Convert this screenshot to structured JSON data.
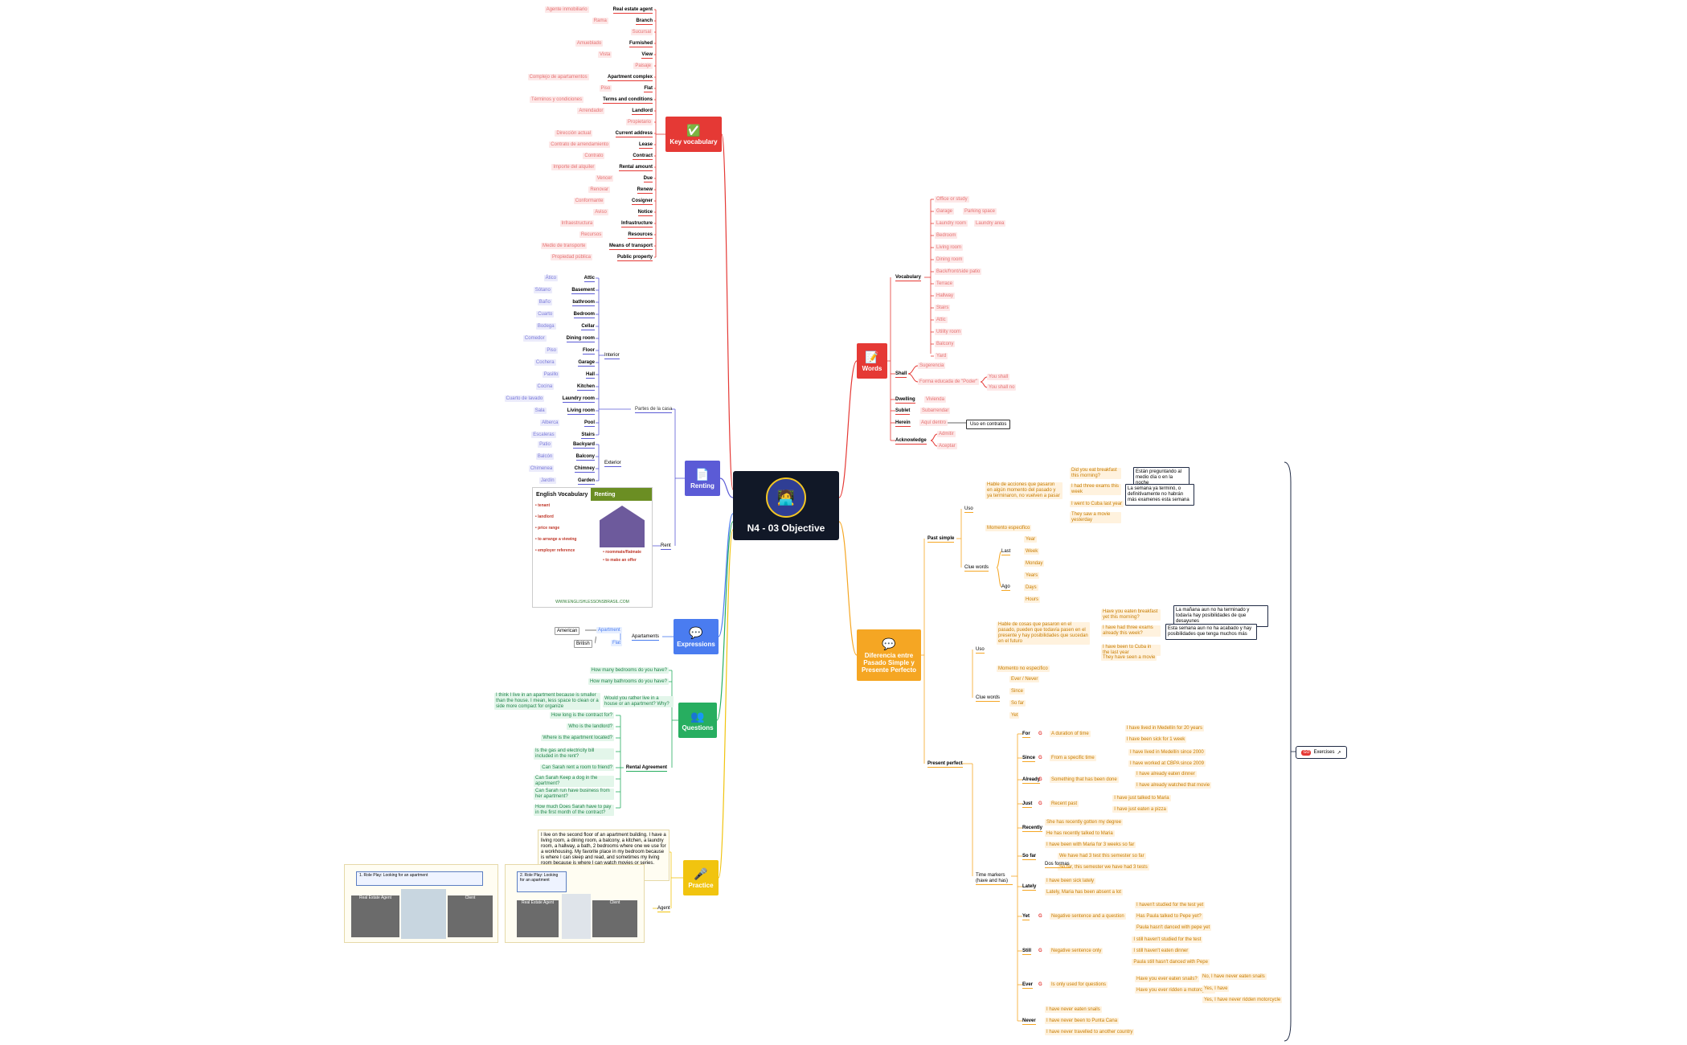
{
  "central": {
    "title": "N4 - 03 Objective"
  },
  "colors": {
    "red": "#e53935",
    "purple": "#5b5bd6",
    "blue": "#4a7cf0",
    "green": "#27ae60",
    "yellow": "#f1c40f",
    "orange": "#f5a623",
    "words": "#e53935",
    "diff": "#f5a623"
  },
  "hubs": {
    "key_vocabulary": "Key vocabulary",
    "renting": "Renting",
    "expressions": "Expressions",
    "questions": "Questions",
    "practice": "Practice",
    "words": "Words",
    "diferencia": "Diferencia entre Pasado Simple y Presente Perfecto"
  },
  "key_vocab": [
    [
      "Agente inmobiliario",
      "Real estate agent"
    ],
    [
      "Rama",
      "Branch"
    ],
    [
      "Sucursal",
      ""
    ],
    [
      "Amueblado",
      "Furnished"
    ],
    [
      "Vista",
      "View"
    ],
    [
      "Paisaje",
      ""
    ],
    [
      "Complejo de apartamentos",
      "Apartment complex"
    ],
    [
      "Piso",
      "Flat"
    ],
    [
      "Términos y condiciones",
      "Terms and conditions"
    ],
    [
      "Arrendador",
      "Landlord"
    ],
    [
      "Propietario",
      ""
    ],
    [
      "Dirección actual",
      "Current address"
    ],
    [
      "Contrato de arrendamiento",
      "Lease"
    ],
    [
      "Contrato",
      "Contract"
    ],
    [
      "Importe del alquiler",
      "Rental amount"
    ],
    [
      "Vencer",
      "Due"
    ],
    [
      "Renovar",
      "Renew"
    ],
    [
      "Conformante",
      "Cosigner"
    ],
    [
      "Aviso",
      "Notice"
    ],
    [
      "Infraestructura",
      "Infrastructure"
    ],
    [
      "Recursos",
      "Resources"
    ],
    [
      "Medio de transporte",
      "Means of transport"
    ],
    [
      "Propiedad pública",
      "Public property"
    ]
  ],
  "renting": {
    "partes": "Partes de la casa",
    "interior": "Interior",
    "exterior": "Exterior",
    "rent": "Rent",
    "interior_items": [
      [
        "Ático",
        "Attic"
      ],
      [
        "Sótano",
        "Basement"
      ],
      [
        "Baño",
        "bathroom"
      ],
      [
        "Cuarto",
        "Bedroom"
      ],
      [
        "Bodega",
        "Cellar"
      ],
      [
        "Comedor",
        "Dining room"
      ],
      [
        "Piso",
        "Floor"
      ],
      [
        "Cochera",
        "Garage"
      ],
      [
        "Pasillo",
        "Hall"
      ],
      [
        "Cocina",
        "Kitchen"
      ],
      [
        "Cuarto de lavado",
        "Laundry room"
      ],
      [
        "Sala",
        "Living room"
      ],
      [
        "Alberca",
        "Pool"
      ],
      [
        "Escaleras",
        "Stairs"
      ]
    ],
    "exterior_items": [
      [
        "Patio",
        "Backyard"
      ],
      [
        "Balcón",
        "Balcony"
      ],
      [
        "Chimenea",
        "Chimney"
      ],
      [
        "Jardín",
        "Garden"
      ]
    ],
    "card": {
      "title_a": "English Vocabulary",
      "title_b": "Renting",
      "terms": [
        "tenant",
        "landlord",
        "price range",
        "to arrange a viewing",
        "employer reference",
        "roommate/flatmate",
        "to make an offer"
      ],
      "footer": "WWW.ENGLISHLESSONSBRASIL.COM"
    }
  },
  "expressions": {
    "apartment": "Apartment",
    "flat": "Flat",
    "american": "American",
    "british": "British",
    "apartaments": "Apartaments"
  },
  "questions": {
    "top": [
      "How many bedrooms do you have?",
      "How many bathrooms do you have?"
    ],
    "would_q": "Would you rather live in a house or an apartment? Why?",
    "would_a": "I think I live in an apartment because is smaller than the house. I mean, less space to clean or a side more compact for organize",
    "rental_label": "Rental Agreement",
    "rental": [
      "How long is the contract for?",
      "Who is the landlord?",
      "Where is the apartment located?",
      "Is the gas and electricity bill included in the rent?",
      "Can Sarah rent a room to friend?",
      "Can Sarah Keep a dog in the apartment?",
      "Can Sarah run have business from her apartment?",
      "How much Does Sarah have to pay in the first month of the contract?"
    ]
  },
  "practice": {
    "agent": "Agent",
    "paragraph": "I live on the second floor of an apartment building. I have a living room, a dining room, a balcony, a kitchen, a laundry room, a hallway, a bath, 2 bedrooms where one we use for a workhousing. My favorite place in my bedroom because is where I can sleep and read, and sometimes my living room because is where I can watch movies or series.",
    "card1": {
      "title": "1. Role Play: Looking for an apartment",
      "left": "Real Estate Agent",
      "right": "Client"
    },
    "card2": {
      "title": "2. Role Play: Looking for an apartment",
      "left": "Real Estate Agent",
      "right": "Client"
    }
  },
  "words": {
    "vocabulary": "Vocabulary",
    "vocab_items": [
      "Office or study",
      "Garage",
      "Laundry room",
      "Bedroom",
      "Living room",
      "Dining room",
      "Back/front/side patio",
      "Terrace",
      "Hallway",
      "Stairs",
      "Attic",
      "Utility room",
      "Balcony",
      "Yard"
    ],
    "parking": "Parking space",
    "laundry_area": "Laundry area",
    "shall": "Shall",
    "sugerencia": "Sugerencia",
    "forma": "Forma educada de \"Poder\"",
    "you_shall": "You shall",
    "you_shall_no": "You shall no",
    "dwelling": "Dwelling",
    "vivienda": "Vivienda",
    "sublet": "Sublet",
    "subarrendar": "Subarrendar",
    "herein": "Herein",
    "aqui_dentro": "Aquí dentro",
    "uso": "Uso en contratos",
    "acknowledge": "Acknowledge",
    "admitir": "Admitir",
    "aceptar": "Aceptar"
  },
  "diff": {
    "past_simple": "Past simple",
    "uso": "Uso",
    "uso_desc": "Hable de acciones que pasaron en algún momento del pasado y ya terminaron, no vuelven a pasar",
    "momento_especifico": "Momento especifico",
    "ps_examples": [
      "Did you eat breakfast this morning?",
      "I had three exams this week",
      "I went to Cuba last year",
      "They saw a movie yesterday"
    ],
    "ps_notes": [
      "Están preguntando al medio día o en la noche",
      "La semana ya terminó, o definitivamente no habrán más examenes esta semana"
    ],
    "clue_words": "Clue words",
    "last": "Last",
    "last_items": [
      "Year",
      "Week",
      "Monday"
    ],
    "ago": "Ago",
    "ago_items": [
      "Years",
      "Days",
      "Hours"
    ],
    "present_perfect": "Present perfect",
    "pp_uso_desc": "Hable de cosas que pasaron en el pasado, pueden que todavía pasen en el presente y hay posibilidades que sucedan en el futuro",
    "no_especifico": "Momento no especifico",
    "pp_examples": [
      "Have you eaten breakfast yet this morning?",
      "I have had three exams already this week?",
      "I have been to Cuba in the last year",
      "They have seen a movie"
    ],
    "pp_notes": [
      "La mañana aun no ha terminado y todavía hay posibilidades de que desayunes",
      "Esta semana aun no ha acabado y hay posibilidades que tenga muchos más"
    ],
    "pp_clue_items": [
      "Ever / Never",
      "Since",
      "So far",
      "Yet"
    ],
    "time_markers": "Time markers (have and has)",
    "markers": [
      {
        "k": "For",
        "d": "A duration of time",
        "ex": [
          "I have lived in Medellín for 20 years",
          "I have been sick for 1 week"
        ]
      },
      {
        "k": "Since",
        "d": "From a specific time",
        "ex": [
          "I have lived in Medellín since 2000",
          "I have worked at CBPA since 2009"
        ]
      },
      {
        "k": "Already",
        "d": "Something that has been done",
        "ex": [
          "I have already eaten dinner",
          "I have already watched that movie"
        ]
      },
      {
        "k": "Just",
        "d": "Recent past",
        "ex": [
          "I have just talked to Maria",
          "I have just eaten a pizza"
        ]
      },
      {
        "k": "Recently",
        "d": "",
        "ex": [
          "She has recently gotten my degree",
          "He has recently talked to Maria"
        ]
      },
      {
        "k": "So far",
        "d": "",
        "ex": [
          "I have been with Maria for 3 weeks so far",
          "We have had 3 test this semester so far",
          "So far, this semester we have had 3 tests"
        ]
      },
      {
        "k": "Lately",
        "d": "",
        "ex": [
          "I have been sick lately",
          "Lately, Maria has been absent a lot"
        ]
      },
      {
        "k": "Yet",
        "d": "Negative sentence and a question",
        "ex": [
          "I haven't studied for the test yet",
          "Has Paula talked to Pepe yet?",
          "Paula hasn't danced with pepe yet"
        ]
      },
      {
        "k": "Still",
        "d": "Negative sentence only",
        "ex": [
          "I still haven't studied for the test",
          "I still haven't eaten dinner",
          "Paula still hasn't danced with Pepe"
        ]
      },
      {
        "k": "Ever",
        "d": "Is only used for questions",
        "ex": [
          "Have you ever eaten snails?",
          "Have you ever ridden a motorcycle?"
        ]
      },
      {
        "k": "Never",
        "d": "",
        "ex": [
          "I have never eaten snails",
          "I have never been to Punta Cana",
          "I have never travelled to another country"
        ]
      }
    ],
    "dos_formas": "Dos formas",
    "ever_answers": [
      "No, I have never eaten snails",
      "Yes, I have",
      "Yes, I have never ridden motorcycle"
    ]
  },
  "exercises": "Exercises"
}
